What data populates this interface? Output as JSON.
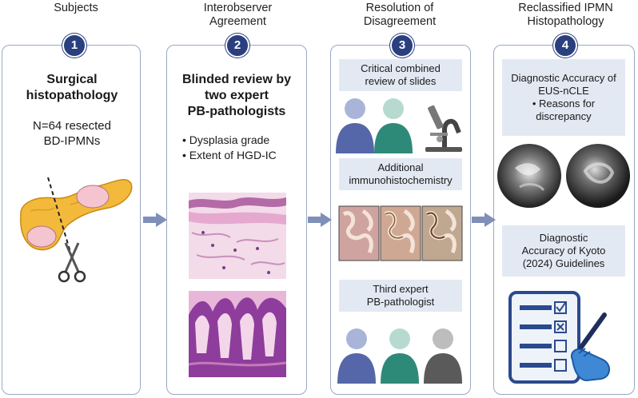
{
  "columns": [
    {
      "number": "1",
      "header": "Subjects"
    },
    {
      "number": "2",
      "header": "Interobserver\nAgreement"
    },
    {
      "number": "3",
      "header": "Resolution of\nDisagreement"
    },
    {
      "number": "4",
      "header": "Reclassified IPMN\nHistopathology"
    }
  ],
  "panel1": {
    "title": "Surgical\nhistopathology",
    "subtitle": "N=64 resected\nBD-IPMNs"
  },
  "panel2": {
    "title": "Blinded review by\ntwo expert\nPB-pathologists",
    "bullets": [
      "Dysplasia grade",
      "Extent of HGD-IC"
    ]
  },
  "panel3": {
    "box1": "Critical combined\nreview of slides",
    "box2": "Additional\nimmunohistochemistry",
    "box3": "Third expert\nPB-pathologist"
  },
  "panel4": {
    "box1_line1": "Diagnostic Accuracy of\nEUS-nCLE",
    "box1_line2": "• Reasons for\ndiscrepancy",
    "box2": "Diagnostic\nAccuracy of Kyoto\n(2024) Guidelines"
  },
  "colors": {
    "accent": "#2a3f7e",
    "panel_border": "#9aa8c4",
    "box_fill": "#e3e9f3",
    "arrow": "#7f8fb8"
  }
}
